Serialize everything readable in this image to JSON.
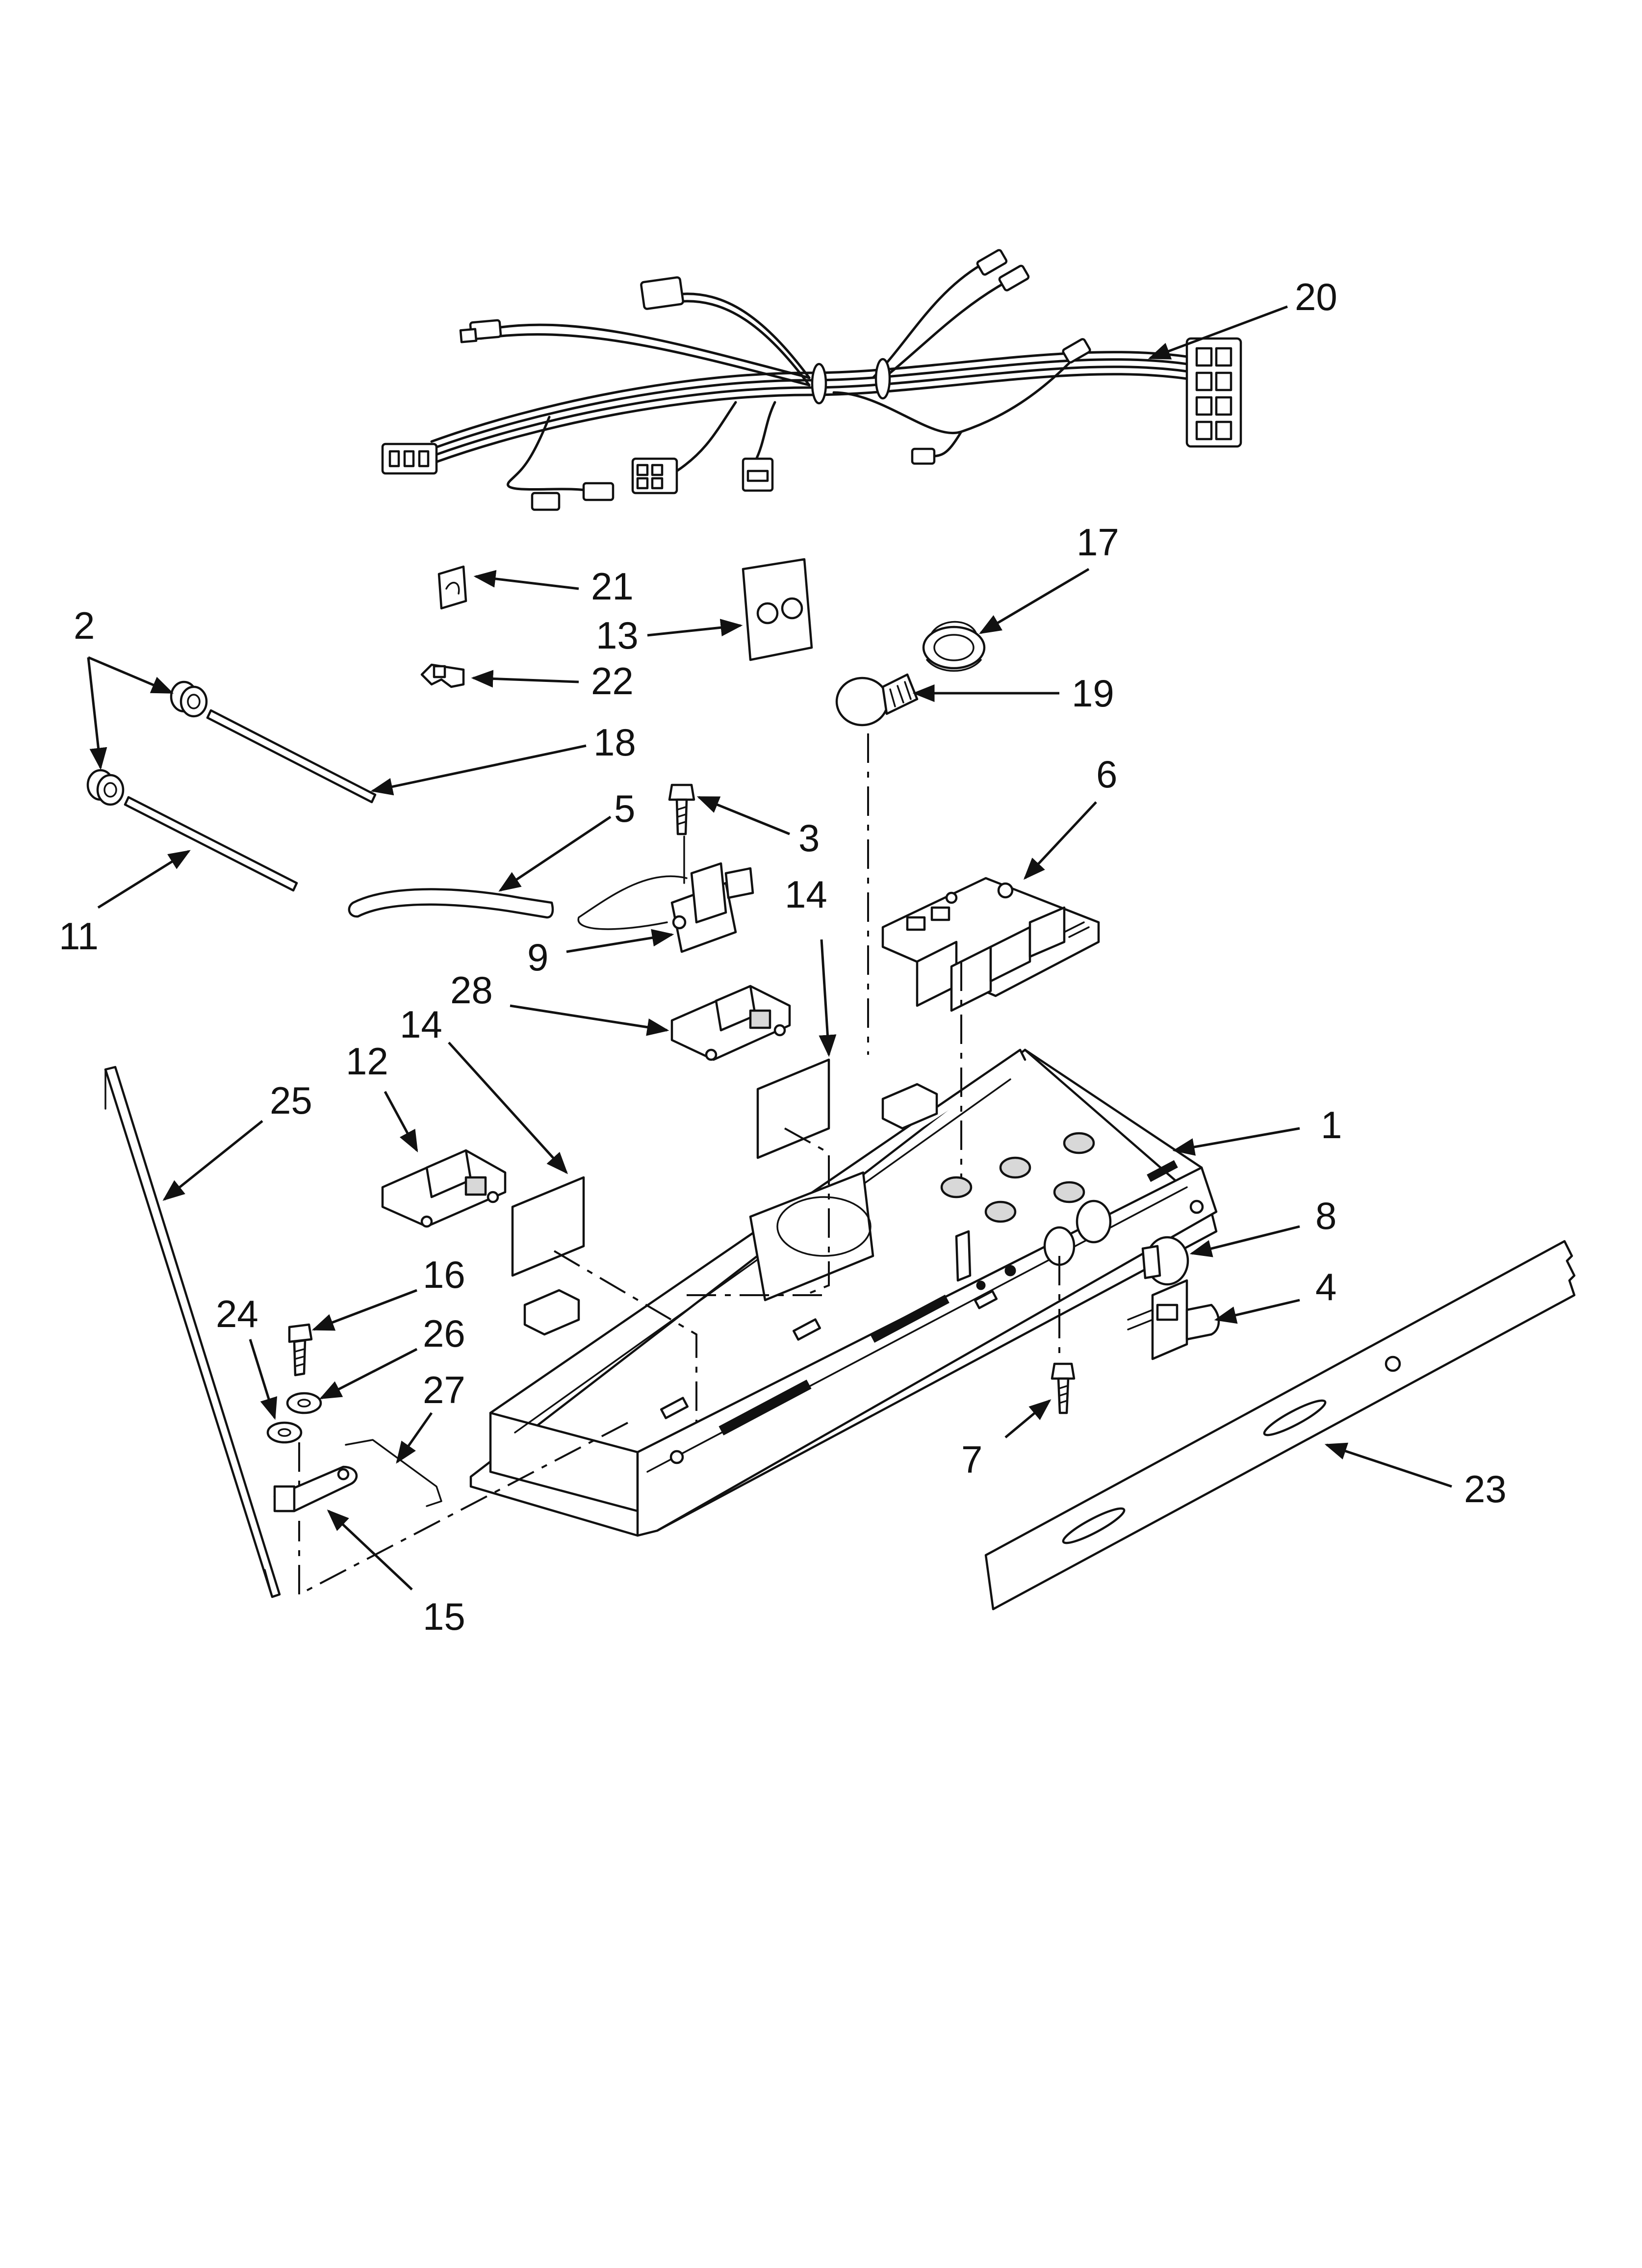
{
  "diagram": {
    "callouts": [
      {
        "id": "c1",
        "label": "1"
      },
      {
        "id": "c2",
        "label": "2"
      },
      {
        "id": "c3",
        "label": "3"
      },
      {
        "id": "c4",
        "label": "4"
      },
      {
        "id": "c5",
        "label": "5"
      },
      {
        "id": "c6",
        "label": "6"
      },
      {
        "id": "c7",
        "label": "7"
      },
      {
        "id": "c8",
        "label": "8"
      },
      {
        "id": "c9",
        "label": "9"
      },
      {
        "id": "c11",
        "label": "11"
      },
      {
        "id": "c12",
        "label": "12"
      },
      {
        "id": "c13",
        "label": "13"
      },
      {
        "id": "c14a",
        "label": "14"
      },
      {
        "id": "c14b",
        "label": "14"
      },
      {
        "id": "c15",
        "label": "15"
      },
      {
        "id": "c16",
        "label": "16"
      },
      {
        "id": "c17",
        "label": "17"
      },
      {
        "id": "c18",
        "label": "18"
      },
      {
        "id": "c19",
        "label": "19"
      },
      {
        "id": "c20",
        "label": "20"
      },
      {
        "id": "c21",
        "label": "21"
      },
      {
        "id": "c22",
        "label": "22"
      },
      {
        "id": "c23",
        "label": "23"
      },
      {
        "id": "c24",
        "label": "24"
      },
      {
        "id": "c25",
        "label": "25"
      },
      {
        "id": "c26",
        "label": "26"
      },
      {
        "id": "c27",
        "label": "27"
      },
      {
        "id": "c28",
        "label": "28"
      }
    ]
  }
}
